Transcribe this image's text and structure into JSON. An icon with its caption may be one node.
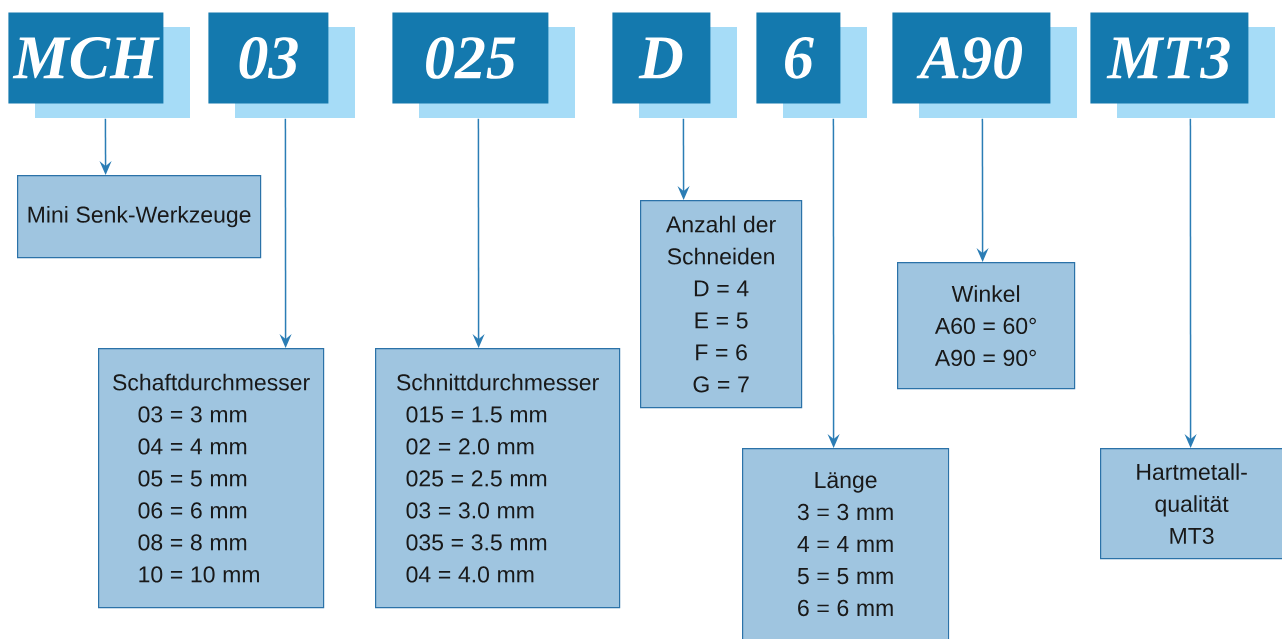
{
  "diagram": {
    "nodes": [
      {
        "text": [
          "MCH"
        ]
      },
      {
        "text": [
          "03"
        ]
      },
      {
        "text": [
          "025"
        ]
      },
      {
        "text": [
          "D"
        ]
      },
      {
        "text": [
          "6"
        ]
      },
      {
        "text": [
          "A90"
        ]
      },
      {
        "text": [
          "MT3"
        ]
      },
      {
        "text": [
          "Mini Senk-Werkzeuge"
        ]
      },
      {
        "text": [
          "Schaftdurchmesser",
          "03 = 3 mm",
          "04 = 4 mm",
          "05 = 5 mm",
          "06 = 6 mm",
          "08 = 8 mm",
          "10 = 10 mm"
        ]
      },
      {
        "text": [
          "Schnittdurchmesser",
          "015 = 1.5 mm",
          "02 = 2.0 mm",
          "025 = 2.5 mm",
          "03 = 3.0 mm",
          "035 = 3.5 mm",
          "04 = 4.0 mm"
        ]
      },
      {
        "text": [
          "Anzahl der Schneiden",
          "D = 4",
          "E = 5",
          "F = 6",
          "G = 7"
        ]
      },
      {
        "text": [
          "Länge",
          "3 = 3 mm",
          "4 = 4 mm",
          "5 = 5 mm",
          "6 = 6 mm"
        ]
      },
      {
        "text": [
          "Winkel",
          "A60 = 60°",
          "A90 = 90°"
        ]
      },
      {
        "text": [
          "Hartmetall-qualität",
          "MT3"
        ]
      }
    ],
    "edges": [
      {
        "from": 0,
        "to": 7,
        "arrow": "to"
      },
      {
        "from": 1,
        "to": 8,
        "arrow": "to"
      },
      {
        "from": 2,
        "to": 9,
        "arrow": "to"
      },
      {
        "from": 3,
        "to": 10,
        "arrow": "to"
      },
      {
        "from": 4,
        "to": 11,
        "arrow": "to"
      },
      {
        "from": 5,
        "to": 12,
        "arrow": "to"
      },
      {
        "from": 6,
        "to": 13,
        "arrow": "to"
      }
    ]
  }
}
